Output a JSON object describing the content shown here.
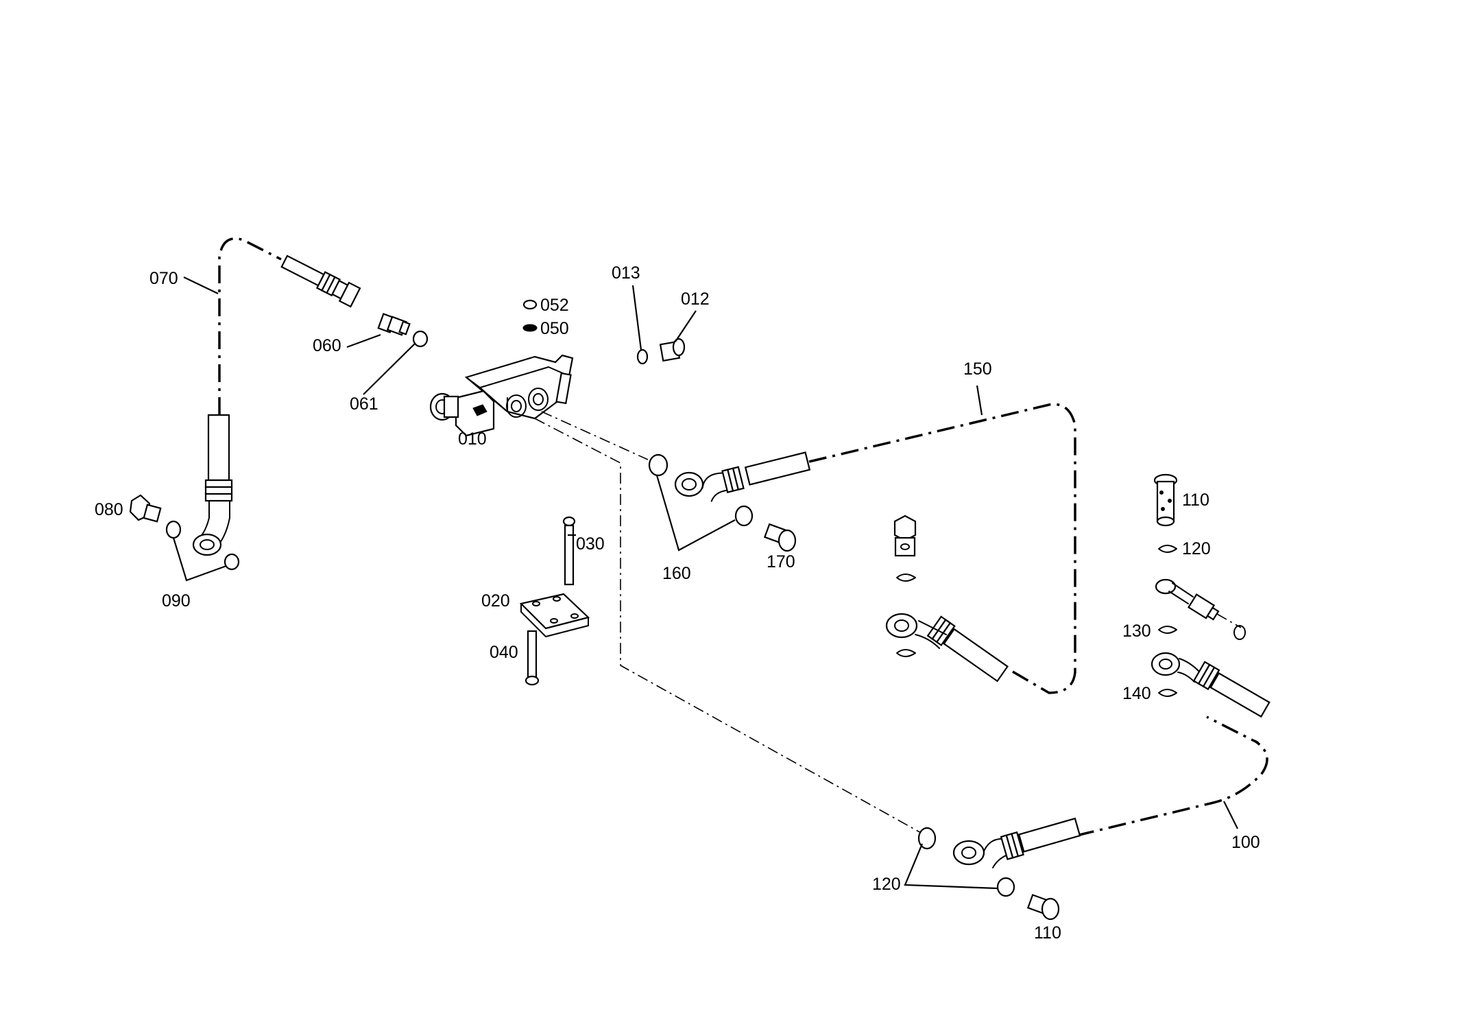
{
  "callouts": [
    {
      "id": "010",
      "text": "010"
    },
    {
      "id": "012",
      "text": "012"
    },
    {
      "id": "013",
      "text": "013"
    },
    {
      "id": "020",
      "text": "020"
    },
    {
      "id": "030",
      "text": "030"
    },
    {
      "id": "040",
      "text": "040"
    },
    {
      "id": "050",
      "text": "050"
    },
    {
      "id": "052",
      "text": "052"
    },
    {
      "id": "060",
      "text": "060"
    },
    {
      "id": "061",
      "text": "061"
    },
    {
      "id": "070",
      "text": "070"
    },
    {
      "id": "080",
      "text": "080"
    },
    {
      "id": "090",
      "text": "090"
    },
    {
      "id": "100",
      "text": "100"
    },
    {
      "id": "110",
      "text": "110"
    },
    {
      "id": "120",
      "text": "120"
    },
    {
      "id": "130",
      "text": "130"
    },
    {
      "id": "140a",
      "text": "140"
    },
    {
      "id": "140b",
      "text": "140"
    },
    {
      "id": "140c",
      "text": "140"
    },
    {
      "id": "150",
      "text": "150"
    },
    {
      "id": "160",
      "text": "160"
    },
    {
      "id": "170",
      "text": "170"
    }
  ]
}
